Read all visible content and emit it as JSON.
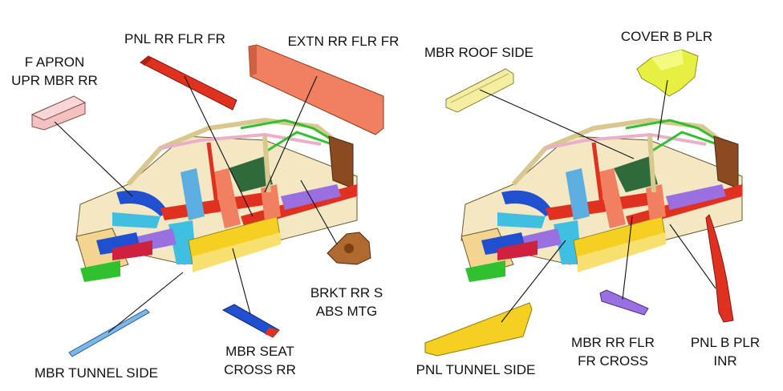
{
  "left_diagram": {
    "labels": {
      "f_apron_line1": "F APRON",
      "f_apron_line2": "UPR MBR RR",
      "pnl_rr_flr_fr": "PNL RR FLR FR",
      "extn_rr_flr_fr": "EXTN RR FLR FR",
      "brkt_line1": "BRKT RR S",
      "brkt_line2": "ABS MTG",
      "mbr_seat_line1": "MBR SEAT",
      "mbr_seat_line2": "CROSS RR",
      "mbr_tunnel_side": "MBR TUNNEL SIDE"
    }
  },
  "right_diagram": {
    "labels": {
      "mbr_roof_side": "MBR ROOF SIDE",
      "cover_b_plr": "COVER B PLR",
      "pnl_tunnel_side": "PNL TUNNEL SIDE",
      "mbr_rr_flr_line1": "MBR RR FLR",
      "mbr_rr_flr_line2": "FR CROSS",
      "pnl_b_plr_line1": "PNL B PLR",
      "pnl_b_plr_line2": "INR"
    }
  },
  "colors": {
    "red": "#e03020",
    "orange": "#f08060",
    "yellow": "#f5d020",
    "blue": "#2050d0",
    "cyan": "#40c0e0",
    "purple": "#9a70e0",
    "green": "#30c030",
    "lime": "#e6f040",
    "pink": "#f0b0b0",
    "brown": "#8b4a20",
    "lightblue": "#5aaee0"
  }
}
